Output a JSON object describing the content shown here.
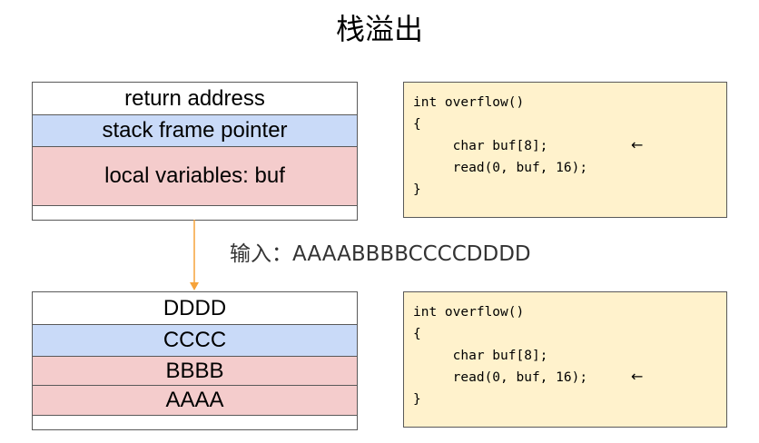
{
  "title": "栈溢出",
  "before": {
    "stack": [
      {
        "label": "return address",
        "color": "white"
      },
      {
        "label": "stack frame pointer",
        "color": "blue"
      },
      {
        "label": "local variables: buf",
        "color": "pink"
      },
      {
        "label": "",
        "color": "white"
      }
    ],
    "code": {
      "lines": [
        "int overflow()",
        "{",
        "     char buf[8];",
        "     read(0, buf, 16);",
        "}"
      ],
      "pointer_line": 2,
      "pointer_glyph": "←"
    }
  },
  "input": {
    "label": "输入：",
    "value": "AAAABBBBCCCCDDDD"
  },
  "after": {
    "stack": [
      {
        "label": "DDDD",
        "color": "white"
      },
      {
        "label": "CCCC",
        "color": "blue"
      },
      {
        "label": "BBBB",
        "color": "pink"
      },
      {
        "label": "AAAA",
        "color": "pink"
      },
      {
        "label": "",
        "color": "white"
      }
    ],
    "code": {
      "lines": [
        "int overflow()",
        "{",
        "     char buf[8];",
        "     read(0, buf, 16);",
        "}"
      ],
      "pointer_line": 3,
      "pointer_glyph": "←"
    }
  },
  "colors": {
    "white": "#ffffff",
    "blue": "#c9daf8",
    "pink": "#f4cccc",
    "code_bg": "#fff2cc",
    "border": "#595959",
    "flow_arrow": "#f6a33a"
  }
}
